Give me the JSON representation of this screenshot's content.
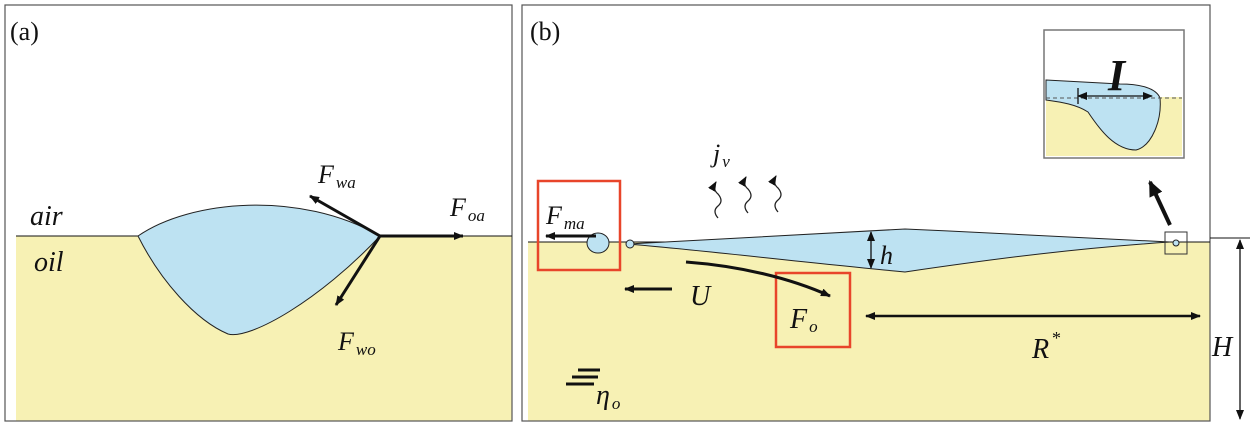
{
  "panel_a": {
    "tag": "(a)",
    "air": "air",
    "oil": "oil",
    "F_wa": {
      "main": "F",
      "sub": "wa"
    },
    "F_oa": {
      "main": "F",
      "sub": "oa"
    },
    "F_wo": {
      "main": "F",
      "sub": "wo"
    }
  },
  "panel_b": {
    "tag": "(b)",
    "F_ma": {
      "main": "F",
      "sub": "ma"
    },
    "j_v": {
      "main": "j",
      "sub": "v"
    },
    "h": "h",
    "U": "U",
    "F_o": {
      "main": "F",
      "sub": "o"
    },
    "R_star": {
      "main": "R",
      "sup": "*"
    },
    "H": "H",
    "eta_o": {
      "main": "η",
      "sub": "o"
    },
    "inset_I": "I"
  },
  "colors": {
    "oil": "#f7f1b4",
    "water": "#bde2f2",
    "highlight": "#e8452a",
    "line": "#111111"
  }
}
